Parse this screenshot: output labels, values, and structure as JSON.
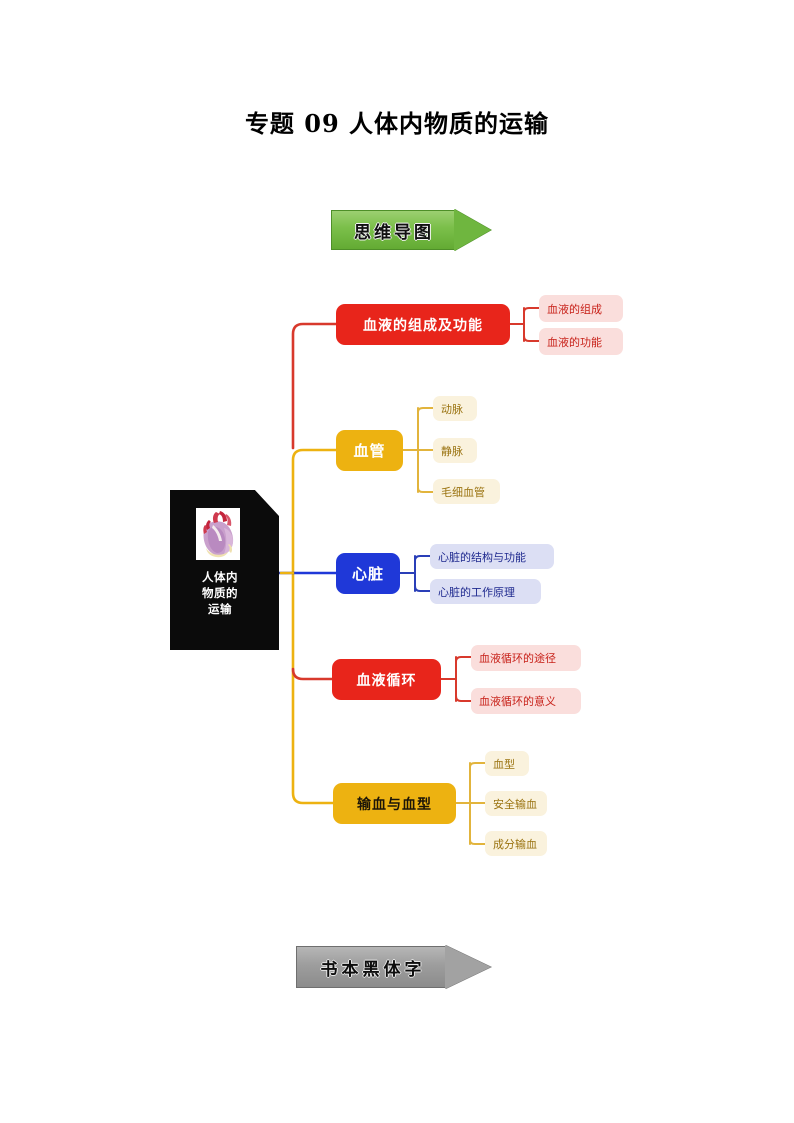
{
  "document": {
    "title": "专题 09  人体内物质的运输"
  },
  "banners": {
    "mindmap": {
      "label": "思维导图",
      "color": "#7cc04b"
    },
    "bookbold": {
      "label": "书本黑体字",
      "color": "#9d9d9d"
    }
  },
  "mindmap": {
    "root": {
      "label": "人体内物质的运输",
      "label_lines": [
        "人体内",
        "物质的",
        "运输"
      ],
      "icon": "heart-anatomy-image",
      "background": "#0b0b0b",
      "text_color": "#ffffff"
    },
    "branches": [
      {
        "label": "血液的组成及功能",
        "color": "#e8251b",
        "text_color": "#ffffff",
        "leaf_background": "#fadedc",
        "leaf_text_color": "#c8221a",
        "children": [
          "血液的组成",
          "血液的功能"
        ]
      },
      {
        "label": "血管",
        "color": "#edb211",
        "text_color": "#ffffff",
        "leaf_background": "#faf2dd",
        "leaf_text_color": "#9a7310",
        "children": [
          "动脉",
          "静脉",
          "毛细血管"
        ]
      },
      {
        "label": "心脏",
        "color": "#1f38d8",
        "text_color": "#ffffff",
        "leaf_background": "#dcdff4",
        "leaf_text_color": "#1f2a8f",
        "children": [
          "心脏的结构与功能",
          "心脏的工作原理"
        ]
      },
      {
        "label": "血液循环",
        "color": "#e8251b",
        "text_color": "#ffffff",
        "leaf_background": "#fadedc",
        "leaf_text_color": "#c8221a",
        "children": [
          "血液循环的途径",
          "血液循环的意义"
        ]
      },
      {
        "label": "输血与血型",
        "color": "#edb211",
        "text_color": "#1c1508",
        "leaf_background": "#faf2dd",
        "leaf_text_color": "#9a7310",
        "children": [
          "血型",
          "安全输血",
          "成分输血"
        ]
      }
    ]
  }
}
